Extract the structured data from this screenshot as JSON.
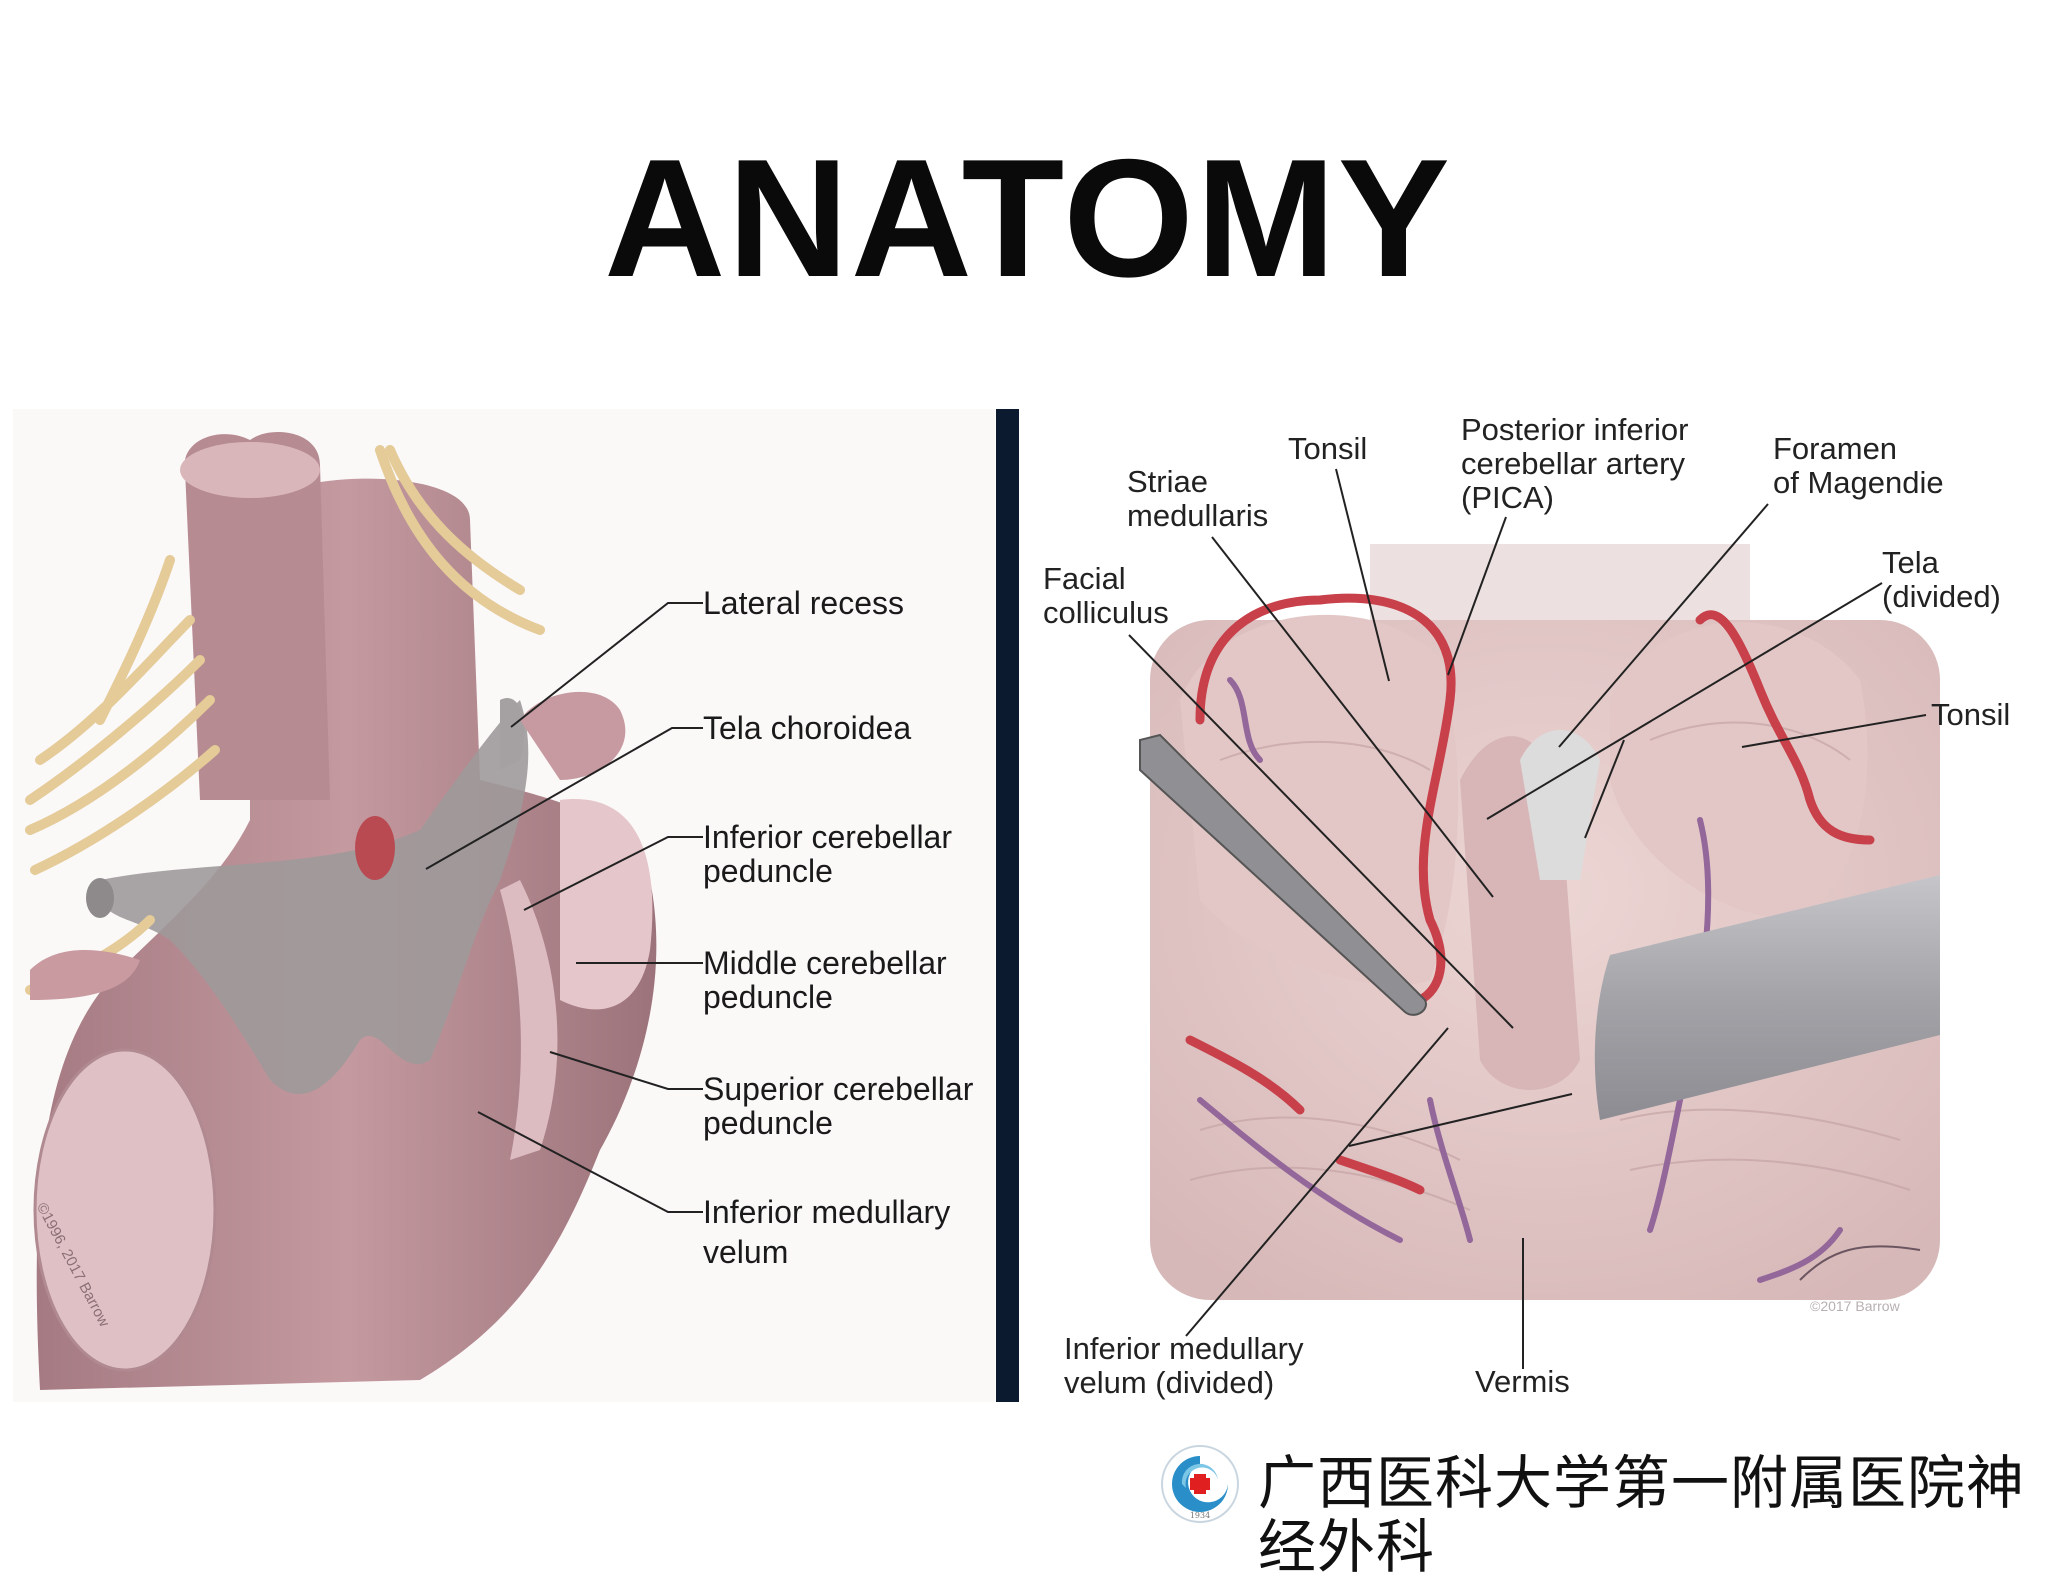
{
  "slide": {
    "title": "ANATOMY"
  },
  "left_figure": {
    "labels": {
      "lateral_recess": "Lateral recess",
      "tela_choroidea": "Tela choroidea",
      "inferior_cerebellar_peduncle_1": "Inferior cerebellar",
      "inferior_cerebellar_peduncle_2": "peduncle",
      "middle_cerebellar_peduncle_1": "Middle cerebellar",
      "middle_cerebellar_peduncle_2": "peduncle",
      "superior_cerebellar_peduncle_1": "Superior cerebellar",
      "superior_cerebellar_peduncle_2": "peduncle",
      "inferior_medullary_velum_1": "Inferior medullary",
      "inferior_medullary_velum_2": "velum"
    },
    "copyright": "©1996, 2017 Barrow"
  },
  "right_figure": {
    "labels": {
      "tonsil_top": "Tonsil",
      "striae_1": "Striae",
      "striae_2": "medullaris",
      "pica_1": "Posterior inferior",
      "pica_2": "cerebellar artery",
      "pica_3": "(PICA)",
      "foramen_1": "Foramen",
      "foramen_2": "of Magendie",
      "facial_1": "Facial",
      "facial_2": "colliculus",
      "tela_1": "Tela",
      "tela_2": "(divided)",
      "tonsil_right": "Tonsil",
      "imv_1": "Inferior medullary",
      "imv_2": "velum (divided)",
      "vermis": "Vermis"
    },
    "copyright": "©2017 Barrow"
  },
  "footer": {
    "institution": "广西医科大学第一附属医院神经外科",
    "logo_year": "1934"
  },
  "colors": {
    "divider": "#0b1a2e",
    "artery": "#c8404a",
    "vein": "#93679a",
    "tissue": "#b88d93"
  }
}
